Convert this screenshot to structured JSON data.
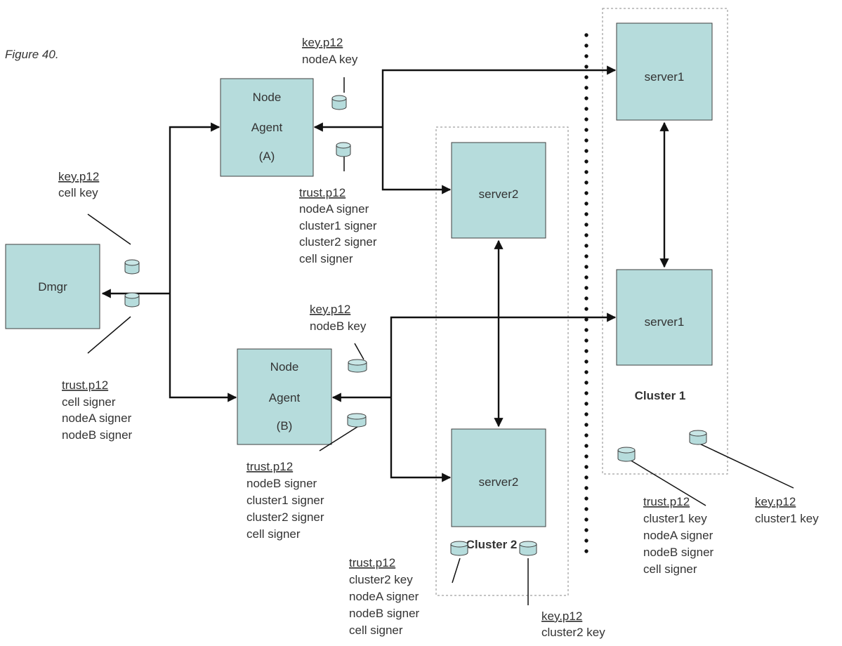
{
  "figure": {
    "title": "Figure 40."
  },
  "nodes": {
    "dmgr": "Dmgr",
    "node_agent_a": [
      "Node",
      "Agent",
      "(A)"
    ],
    "node_agent_b": [
      "Node",
      "Agent",
      "(B)"
    ],
    "server1_top": "server1",
    "server1_bottom": "server1",
    "server2_top": "server2",
    "server2_bottom": "server2"
  },
  "clusters": {
    "cluster1": "Cluster 1",
    "cluster2": "Cluster 2"
  },
  "stores": {
    "dmgr_key": {
      "file": "key.p12",
      "lines": [
        "cell key"
      ]
    },
    "dmgr_trust": {
      "file": "trust.p12",
      "lines": [
        "cell signer",
        "nodeA signer",
        "nodeB signer"
      ]
    },
    "nodeA_key": {
      "file": "key.p12",
      "lines": [
        "nodeA key"
      ]
    },
    "nodeA_trust": {
      "file": "trust.p12",
      "lines": [
        "nodeA signer",
        "cluster1 signer",
        "cluster2 signer",
        "cell signer"
      ]
    },
    "nodeB_key": {
      "file": "key.p12",
      "lines": [
        "nodeB key"
      ]
    },
    "nodeB_trust": {
      "file": "trust.p12",
      "lines": [
        "nodeB signer",
        "cluster1 signer",
        "cluster2 signer",
        "cell signer"
      ]
    },
    "cluster1_trust": {
      "file": "trust.p12",
      "lines": [
        "cluster1 key",
        "nodeA signer",
        "nodeB signer",
        "cell signer"
      ]
    },
    "cluster1_key": {
      "file": "key.p12",
      "lines": [
        "cluster1 key"
      ]
    },
    "cluster2_trust": {
      "file": "trust.p12",
      "lines": [
        "cluster2 key",
        "nodeA signer",
        "nodeB signer",
        "cell signer"
      ]
    },
    "cluster2_key": {
      "file": "key.p12",
      "lines": [
        "cluster2 key"
      ]
    }
  }
}
